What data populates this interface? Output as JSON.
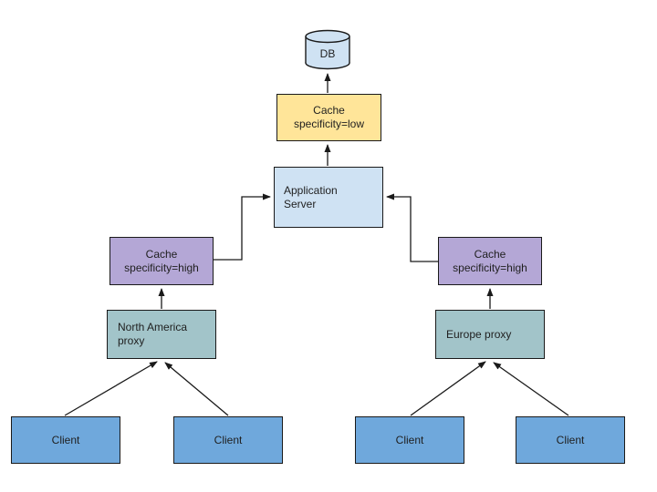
{
  "diagram": {
    "background": "#ffffff",
    "stroke_color": "#1a1a1a",
    "text_color": "#1f1f1f",
    "nodes": {
      "db": {
        "label": "DB",
        "fill": "#cfe2f3",
        "shape": "cylinder"
      },
      "cache_low": {
        "label": "Cache\nspecificity=low",
        "fill": "#ffe599",
        "shape": "rect"
      },
      "app_server": {
        "label": "Application\nServer",
        "fill": "#cfe2f3",
        "shape": "rect"
      },
      "cache_high_left": {
        "label": "Cache\nspecificity=high",
        "fill": "#b4a7d6",
        "shape": "rect"
      },
      "cache_high_right": {
        "label": "Cache\nspecificity=high",
        "fill": "#b4a7d6",
        "shape": "rect"
      },
      "na_proxy": {
        "label": "North America\nproxy",
        "fill": "#a2c4c9",
        "shape": "rect"
      },
      "europe_proxy": {
        "label": "Europe proxy",
        "fill": "#a2c4c9",
        "shape": "rect"
      },
      "client_1": {
        "label": "Client",
        "fill": "#6fa8dc",
        "shape": "rect"
      },
      "client_2": {
        "label": "Client",
        "fill": "#6fa8dc",
        "shape": "rect"
      },
      "client_3": {
        "label": "Client",
        "fill": "#6fa8dc",
        "shape": "rect"
      },
      "client_4": {
        "label": "Client",
        "fill": "#6fa8dc",
        "shape": "rect"
      }
    },
    "edges": [
      {
        "from": "cache_low",
        "to": "db"
      },
      {
        "from": "app_server",
        "to": "cache_low"
      },
      {
        "from": "cache_high_left",
        "to": "app_server"
      },
      {
        "from": "cache_high_right",
        "to": "app_server"
      },
      {
        "from": "na_proxy",
        "to": "cache_high_left"
      },
      {
        "from": "europe_proxy",
        "to": "cache_high_right"
      },
      {
        "from": "client_1",
        "to": "na_proxy"
      },
      {
        "from": "client_2",
        "to": "na_proxy"
      },
      {
        "from": "client_3",
        "to": "europe_proxy"
      },
      {
        "from": "client_4",
        "to": "europe_proxy"
      }
    ]
  }
}
